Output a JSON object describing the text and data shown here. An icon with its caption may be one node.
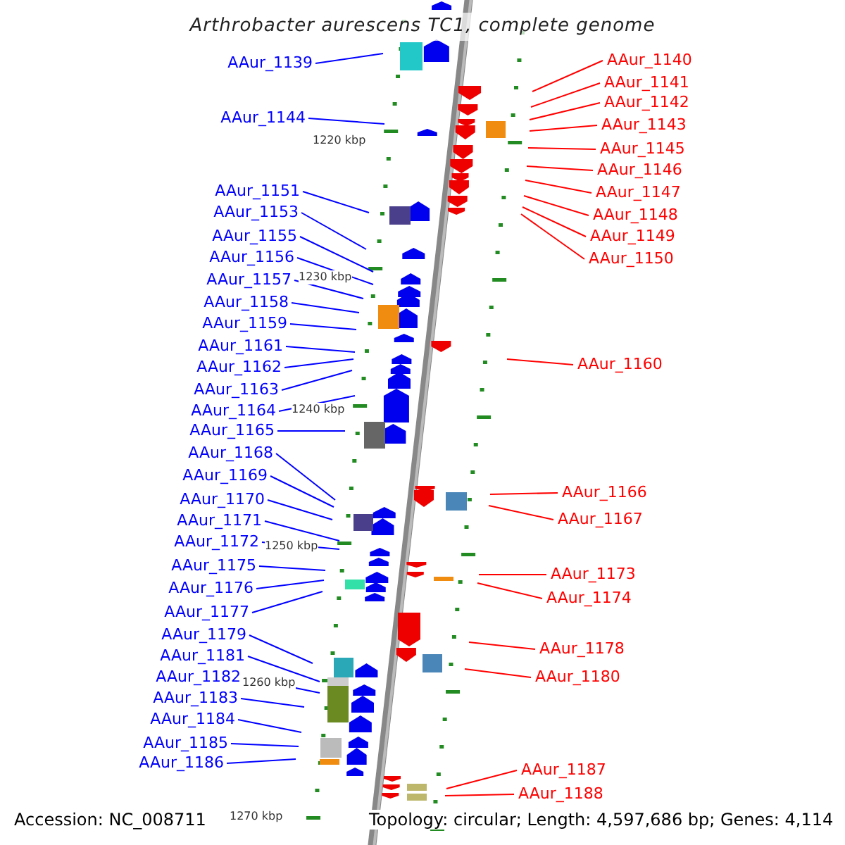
{
  "diagram": {
    "title": "Arthrobacter aurescens TC1, complete genome",
    "nodes": [
      {
        "text": [
          "AAur_1139"
        ]
      },
      {
        "text": [
          "AAur_1144"
        ]
      },
      {
        "text": [
          "AAur_1151"
        ]
      },
      {
        "text": [
          "AAur_1153"
        ]
      },
      {
        "text": [
          "AAur_1155"
        ]
      },
      {
        "text": [
          "AAur_1156"
        ]
      },
      {
        "text": [
          "AAur_1157"
        ]
      },
      {
        "text": [
          "AAur_1158"
        ]
      },
      {
        "text": [
          "AAur_1159"
        ]
      },
      {
        "text": [
          "AAur_1161"
        ]
      },
      {
        "text": [
          "AAur_1162"
        ]
      },
      {
        "text": [
          "AAur_1163"
        ]
      },
      {
        "text": [
          "AAur_1164"
        ]
      },
      {
        "text": [
          "AAur_1165"
        ]
      },
      {
        "text": [
          "AAur_1168"
        ]
      },
      {
        "text": [
          "AAur_1169"
        ]
      },
      {
        "text": [
          "AAur_1170"
        ]
      },
      {
        "text": [
          "AAur_1171"
        ]
      },
      {
        "text": [
          "AAur_1172"
        ]
      },
      {
        "text": [
          "AAur_1175"
        ]
      },
      {
        "text": [
          "AAur_1176"
        ]
      },
      {
        "text": [
          "AAur_1177"
        ]
      },
      {
        "text": [
          "AAur_1179"
        ]
      },
      {
        "text": [
          "AAur_1181"
        ]
      },
      {
        "text": [
          "AAur_1182"
        ]
      },
      {
        "text": [
          "AAur_1183"
        ]
      },
      {
        "text": [
          "AAur_1184"
        ]
      },
      {
        "text": [
          "AAur_1185"
        ]
      },
      {
        "text": [
          "AAur_1186"
        ]
      },
      {
        "text": [
          "AAur_1140"
        ]
      },
      {
        "text": [
          "AAur_1141"
        ]
      },
      {
        "text": [
          "AAur_1142"
        ]
      },
      {
        "text": [
          "AAur_1143"
        ]
      },
      {
        "text": [
          "AAur_1145"
        ]
      },
      {
        "text": [
          "AAur_1146"
        ]
      },
      {
        "text": [
          "AAur_1147"
        ]
      },
      {
        "text": [
          "AAur_1148"
        ]
      },
      {
        "text": [
          "AAur_1149"
        ]
      },
      {
        "text": [
          "AAur_1150"
        ]
      },
      {
        "text": [
          "AAur_1160"
        ]
      },
      {
        "text": [
          "AAur_1166"
        ]
      },
      {
        "text": [
          "AAur_1167"
        ]
      },
      {
        "text": [
          "AAur_1173"
        ]
      },
      {
        "text": [
          "AAur_1174"
        ]
      },
      {
        "text": [
          "AAur_1178"
        ]
      },
      {
        "text": [
          "AAur_1180"
        ]
      },
      {
        "text": [
          "AAur_1187"
        ]
      },
      {
        "text": [
          "AAur_1188"
        ]
      }
    ],
    "edges": [
      {
        "from": 0,
        "to": null,
        "arrow": "none"
      },
      {
        "from": 1,
        "to": null,
        "arrow": "none"
      },
      {
        "from": 2,
        "to": null,
        "arrow": "none"
      },
      {
        "from": 3,
        "to": null,
        "arrow": "none"
      },
      {
        "from": 4,
        "to": null,
        "arrow": "none"
      },
      {
        "from": 5,
        "to": null,
        "arrow": "none"
      },
      {
        "from": 6,
        "to": null,
        "arrow": "none"
      },
      {
        "from": 7,
        "to": null,
        "arrow": "none"
      },
      {
        "from": 8,
        "to": null,
        "arrow": "none"
      },
      {
        "from": 9,
        "to": null,
        "arrow": "none"
      },
      {
        "from": 10,
        "to": null,
        "arrow": "none"
      },
      {
        "from": 11,
        "to": null,
        "arrow": "none"
      },
      {
        "from": 12,
        "to": null,
        "arrow": "none"
      },
      {
        "from": 13,
        "to": null,
        "arrow": "none"
      },
      {
        "from": 14,
        "to": null,
        "arrow": "none"
      },
      {
        "from": 15,
        "to": null,
        "arrow": "none"
      },
      {
        "from": 16,
        "to": null,
        "arrow": "none"
      },
      {
        "from": 17,
        "to": null,
        "arrow": "none"
      },
      {
        "from": 18,
        "to": null,
        "arrow": "none"
      },
      {
        "from": 19,
        "to": null,
        "arrow": "none"
      },
      {
        "from": 20,
        "to": null,
        "arrow": "none"
      },
      {
        "from": 21,
        "to": null,
        "arrow": "none"
      },
      {
        "from": 22,
        "to": null,
        "arrow": "none"
      },
      {
        "from": 23,
        "to": null,
        "arrow": "none"
      },
      {
        "from": 24,
        "to": null,
        "arrow": "none"
      },
      {
        "from": 25,
        "to": null,
        "arrow": "none"
      },
      {
        "from": 26,
        "to": null,
        "arrow": "none"
      },
      {
        "from": 27,
        "to": null,
        "arrow": "none"
      },
      {
        "from": 28,
        "to": null,
        "arrow": "none"
      },
      {
        "from": 29,
        "to": null,
        "arrow": "none",
        "color": "#ff0000"
      },
      {
        "from": 30,
        "to": null,
        "arrow": "none",
        "color": "#ff0000"
      },
      {
        "from": 31,
        "to": null,
        "arrow": "none",
        "color": "#ff0000"
      },
      {
        "from": 32,
        "to": null,
        "arrow": "none",
        "color": "#ff0000"
      },
      {
        "from": 33,
        "to": null,
        "arrow": "none",
        "color": "#ff0000"
      },
      {
        "from": 34,
        "to": null,
        "arrow": "none",
        "color": "#ff0000"
      },
      {
        "from": 35,
        "to": null,
        "arrow": "none",
        "color": "#ff0000"
      },
      {
        "from": 36,
        "to": null,
        "arrow": "none",
        "color": "#ff0000"
      },
      {
        "from": 37,
        "to": null,
        "arrow": "none",
        "color": "#ff0000"
      },
      {
        "from": 38,
        "to": null,
        "arrow": "none",
        "color": "#ff0000"
      },
      {
        "from": 39,
        "to": null,
        "arrow": "none",
        "color": "#ff0000"
      },
      {
        "from": 40,
        "to": null,
        "arrow": "none",
        "color": "#ff0000"
      },
      {
        "from": 41,
        "to": null,
        "arrow": "none",
        "color": "#ff0000"
      },
      {
        "from": 42,
        "to": null,
        "arrow": "none",
        "color": "#ff0000"
      },
      {
        "from": 43,
        "to": null,
        "arrow": "none",
        "color": "#ff0000"
      },
      {
        "from": 44,
        "to": null,
        "arrow": "none",
        "color": "#ff0000"
      },
      {
        "from": 45,
        "to": null,
        "arrow": "none",
        "color": "#ff0000"
      },
      {
        "from": 46,
        "to": null,
        "arrow": "none",
        "color": "#ff0000"
      },
      {
        "from": 47,
        "to": null,
        "arrow": "none",
        "color": "#ff0000"
      }
    ],
    "labels": [
      "1220 kbp",
      "1230 kbp",
      "1240 kbp",
      "1250 kbp",
      "1260 kbp",
      "1270 kbp",
      "Accession: NC_008711",
      "Topology: circular; Length: 4,597,686 bp; Genes: 4,114"
    ]
  }
}
